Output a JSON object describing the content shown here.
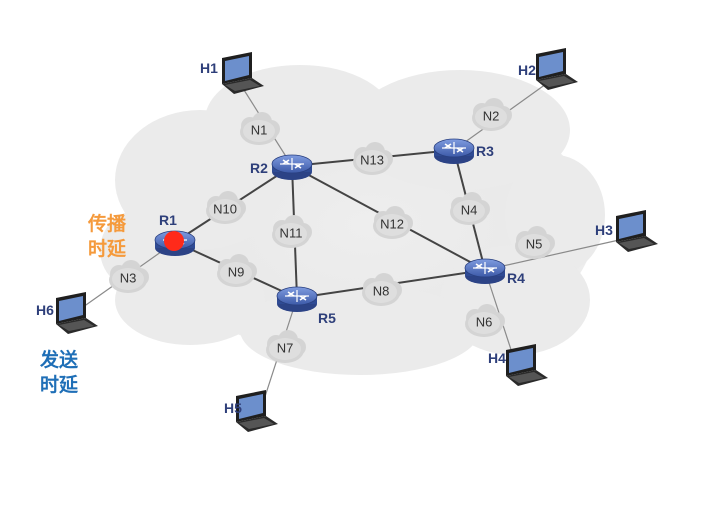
{
  "labels": {
    "propagation_delay": [
      "传播",
      "时延"
    ],
    "transmission_delay": [
      "发送",
      "时延"
    ]
  },
  "routers": [
    "R1",
    "R2",
    "R3",
    "R4",
    "R5"
  ],
  "networks": [
    "N1",
    "N2",
    "N3",
    "N4",
    "N5",
    "N6",
    "N7",
    "N8",
    "N9",
    "N10",
    "N11",
    "N12",
    "N13"
  ],
  "hosts": [
    "H1",
    "H2",
    "H3",
    "H4",
    "H5",
    "H6"
  ],
  "colors": {
    "propagation_label": "#f59a3c",
    "transmission_label": "#1f6fb7",
    "packet_dot": "#ff2a1a",
    "router_body": "#3d5aa8",
    "link": "#444444",
    "cloud": "#d9d9d9"
  }
}
